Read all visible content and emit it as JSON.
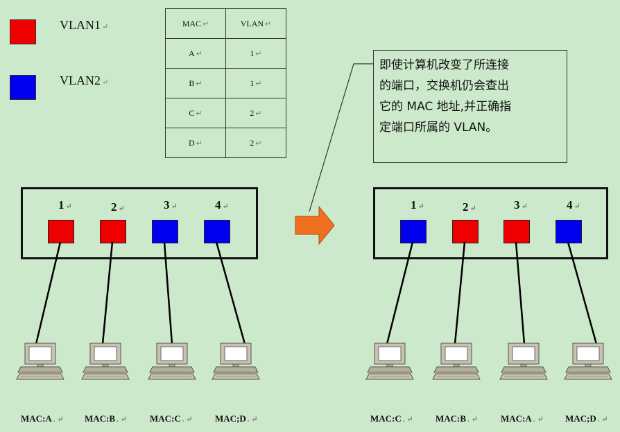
{
  "legend": [
    {
      "label": "VLAN1",
      "color": "#ee0000"
    },
    {
      "label": "VLAN2",
      "color": "#0000ee"
    }
  ],
  "table": {
    "headers": [
      "MAC",
      "VLAN"
    ],
    "rows": [
      [
        "A",
        "1"
      ],
      [
        "B",
        "1"
      ],
      [
        "C",
        "2"
      ],
      [
        "D",
        "2"
      ]
    ]
  },
  "colors": {
    "vlan1": "#ee0000",
    "vlan2": "#0000ee",
    "arrow": "#f07020"
  },
  "left_switch": {
    "ports": [
      {
        "num": "1",
        "vlan": 1
      },
      {
        "num": "2",
        "vlan": 1
      },
      {
        "num": "3",
        "vlan": 2
      },
      {
        "num": "4",
        "vlan": 2
      }
    ],
    "macs": [
      "MAC:A",
      "MAC:B",
      "MAC:C",
      "MAC;D"
    ]
  },
  "right_switch": {
    "ports": [
      {
        "num": "1",
        "vlan": 2
      },
      {
        "num": "2",
        "vlan": 1
      },
      {
        "num": "3",
        "vlan": 1
      },
      {
        "num": "4",
        "vlan": 2
      }
    ],
    "macs": [
      "MAC:C",
      "MAC:B",
      "MAC:A",
      "MAC;D"
    ]
  },
  "note": {
    "lines": [
      "即使计算机改变了所连接",
      "的端口，交换机仍会查出",
      "它的 MAC 地址,并正确指",
      "定端口所属的 VLAN。"
    ]
  }
}
